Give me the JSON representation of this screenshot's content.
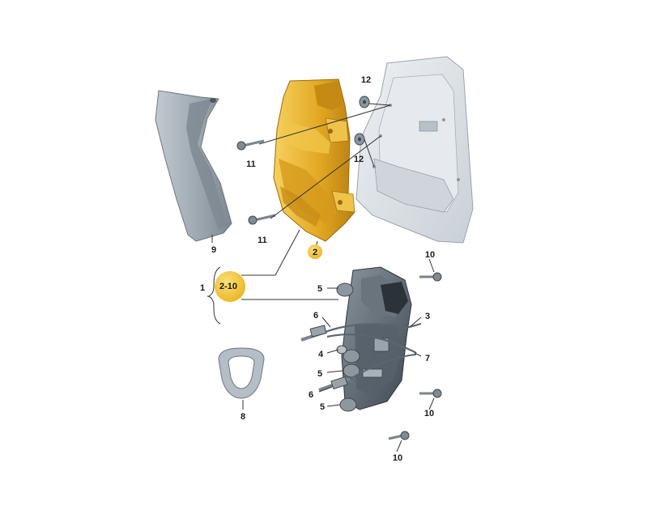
{
  "diagram": {
    "labels": {
      "l1": "1",
      "l2": "2",
      "l2_10": "2-10",
      "l3": "3",
      "l4": "4",
      "l5a": "5",
      "l5b": "5",
      "l5c": "5",
      "l6a": "6",
      "l6b": "6",
      "l7": "7",
      "l8": "8",
      "l9": "9",
      "l10a": "10",
      "l10b": "10",
      "l10c": "10",
      "l11a": "11",
      "l11b": "11",
      "l12a": "12",
      "l12b": "12"
    },
    "colors": {
      "lamp_housing": "#e8b02a",
      "highlight_badge": "#f2c230",
      "body_panel": "#dfe3e7",
      "dark_parts": "#5b6570",
      "trim_panel": "#a6b0b8"
    }
  }
}
